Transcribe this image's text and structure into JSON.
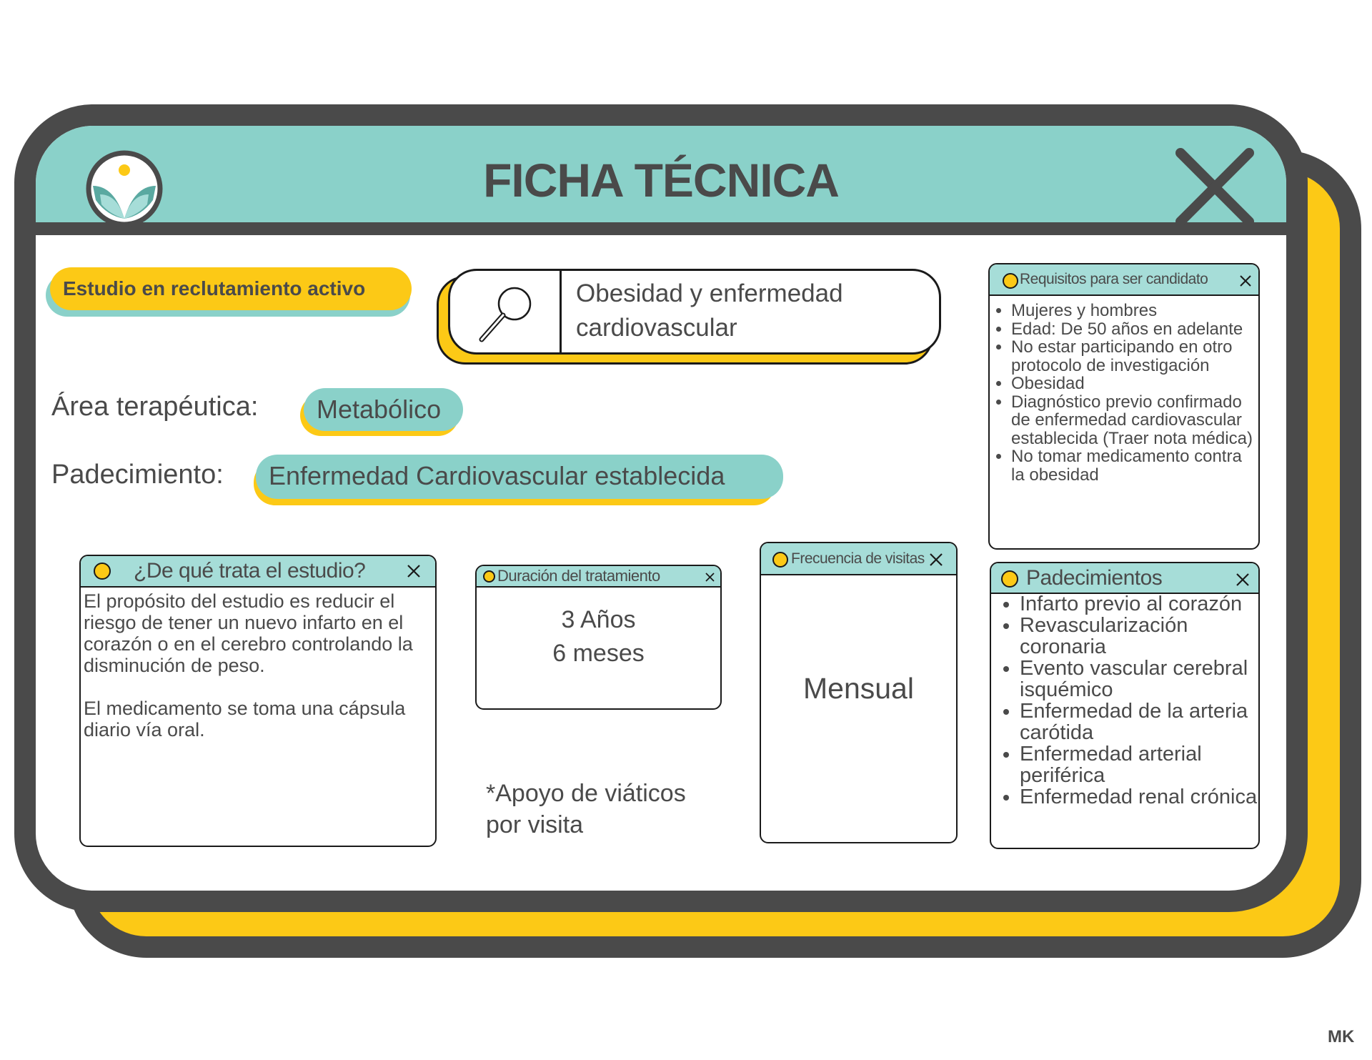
{
  "header": {
    "title": "FICHA TÉCNICA"
  },
  "status_pill": "Estudio en reclutamiento activo",
  "search": {
    "value_line1": "Obesidad y enfermedad",
    "value_line2": "cardiovascular"
  },
  "area": {
    "label": "Área terapéutica:",
    "value": "Metabólico"
  },
  "padecimiento": {
    "label": "Padecimiento:",
    "value": "Enfermedad Cardiovascular establecida"
  },
  "about_card": {
    "title": "¿De qué trata el estudio?",
    "paragraph1": "El propósito del estudio es reducir el riesgo de tener un nuevo infarto en el corazón o en el cerebro controlando la disminución de peso.",
    "paragraph2": "El medicamento se toma una cápsula diario vía oral."
  },
  "duration_card": {
    "title": "Duración del tratamiento",
    "line1": "3 Años",
    "line2": "6 meses"
  },
  "viaticos": {
    "line1": "*Apoyo de viáticos",
    "line2": "por visita"
  },
  "frequency_card": {
    "title": "Frecuencia de visitas",
    "value": "Mensual"
  },
  "requirements_card": {
    "title": "Requisitos para ser candidato",
    "items": [
      "Mujeres y hombres",
      "Edad: De 50 años en adelante",
      "No estar participando en otro protocolo de investigación",
      "Obesidad",
      "Diagnóstico previo confirmado de enfermedad cardiovascular establecida (Traer nota médica)",
      "No tomar medicamento contra la obesidad"
    ]
  },
  "conditions_card": {
    "title": "Padecimientos",
    "items": [
      "Infarto previo al corazón",
      "Revascularización coronaria",
      "Evento vascular cerebral isquémico",
      "Enfermedad de la arteria carótida",
      "Enfermedad arterial periférica",
      "Enfermedad renal crónica"
    ]
  },
  "watermark": "MK",
  "colors": {
    "teal": "#8ad1c9",
    "yellow": "#fcc916",
    "dark": "#4a4a4a"
  },
  "icons": {
    "logo": "leaf-logo-icon",
    "close": "close-icon",
    "search": "magnifier-icon",
    "dot": "dot-icon"
  }
}
